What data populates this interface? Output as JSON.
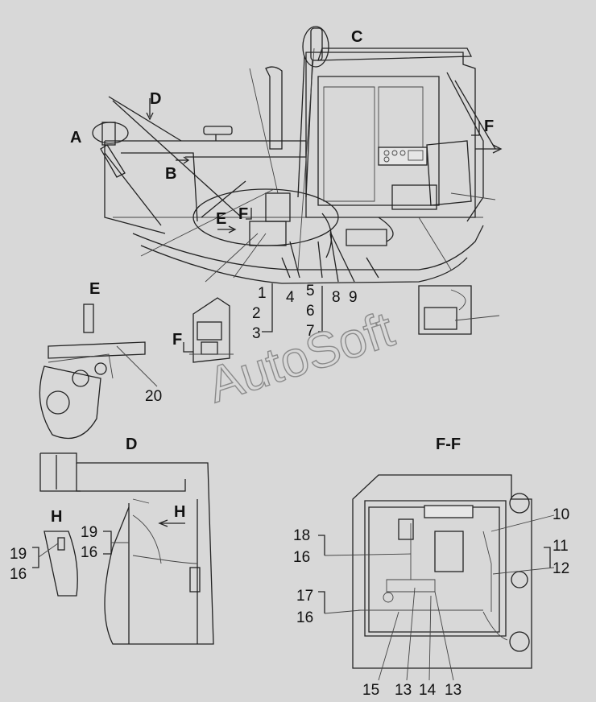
{
  "views": {
    "main": {
      "A": "A",
      "B": "B",
      "C": "C",
      "D": "D",
      "E": "E",
      "F": "F",
      "F2": "F"
    },
    "callouts": {
      "c1": "1",
      "c2": "2",
      "c3": "3",
      "c4": "4",
      "c5": "5",
      "c6": "6",
      "c7": "7",
      "c8": "8",
      "c9": "9",
      "c20": "20"
    },
    "detail_e": {
      "title": "E",
      "f": "F"
    },
    "detail_d": {
      "title": "D",
      "h": "H",
      "n19": "19",
      "n16": "16"
    },
    "detail_h": {
      "title": "H",
      "n19": "19",
      "n16": "16"
    },
    "section_ff": {
      "title": "F-F",
      "n10": "10",
      "n11": "11",
      "n12": "12",
      "n18": "18",
      "n16a": "16",
      "n17": "17",
      "n16b": "16",
      "n15": "15",
      "n13a": "13",
      "n14": "14",
      "n13b": "13"
    }
  },
  "watermark": "AutoSoft"
}
